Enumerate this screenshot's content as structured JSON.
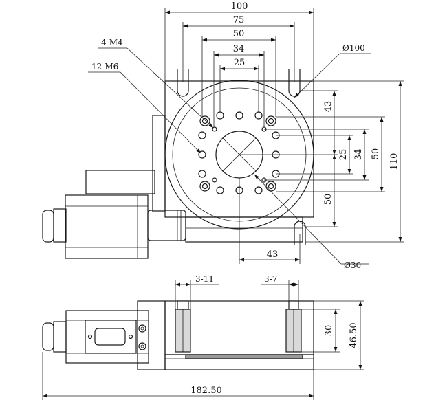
{
  "dimensions": {
    "width_100": "100",
    "width_75": "75",
    "width_50": "50",
    "width_34": "34",
    "width_25": "25",
    "height_110": "110",
    "height_50_outer": "50",
    "height_34": "34",
    "height_25": "25",
    "height_43_top": "43",
    "height_50_lower": "50",
    "offset_43_bottom": "43",
    "dia_100": "Ø100",
    "dia_30": "Ø30",
    "slot_3_11": "3-11",
    "slot_3_7": "3-7",
    "height_30": "30",
    "height_46_50": "46.50",
    "length_182_50": "182.50"
  },
  "labels": {
    "holes_m4": "4-M4",
    "holes_m6": "12-M6"
  }
}
